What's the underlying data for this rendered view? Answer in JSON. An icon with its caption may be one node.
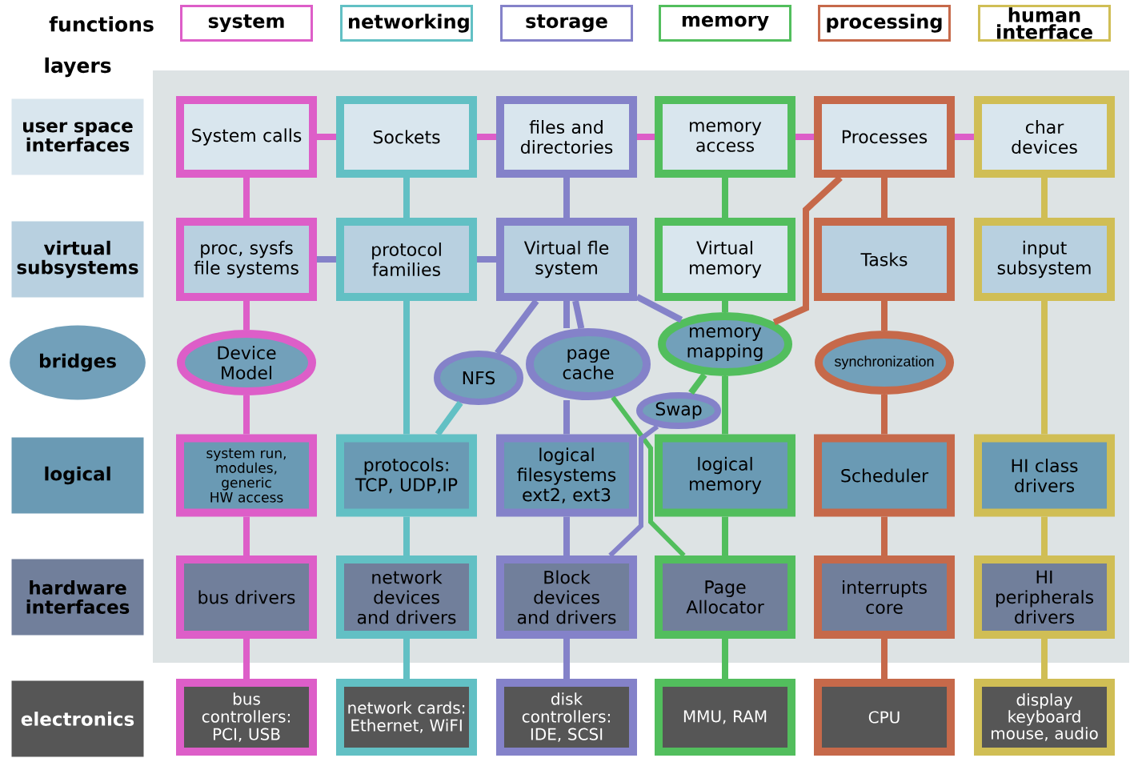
{
  "diagram": {
    "nodes": [
      {
        "text": [
          "system"
        ]
      },
      {
        "text": [
          "networking"
        ]
      },
      {
        "text": [
          "storage"
        ]
      },
      {
        "text": [
          "memory"
        ]
      },
      {
        "text": [
          "processing"
        ]
      },
      {
        "text": [
          "human interface"
        ]
      },
      {
        "text": [
          "user space interfaces"
        ]
      },
      {
        "text": [
          "virtual subsystems"
        ]
      },
      {
        "text": [
          "bridges"
        ]
      },
      {
        "text": [
          "logical"
        ]
      },
      {
        "text": [
          "hardware interfaces"
        ]
      },
      {
        "text": [
          "electronics"
        ]
      },
      {
        "text": [
          "System calls"
        ]
      },
      {
        "text": [
          "Sockets"
        ]
      },
      {
        "text": [
          "files and directories"
        ]
      },
      {
        "text": [
          "memory access"
        ]
      },
      {
        "text": [
          "Processes"
        ]
      },
      {
        "text": [
          "char devices"
        ]
      },
      {
        "text": [
          "proc, sysfs file systems"
        ]
      },
      {
        "text": [
          "protocol families"
        ]
      },
      {
        "text": [
          "Virtual fle system"
        ]
      },
      {
        "text": [
          "Virtual memory"
        ]
      },
      {
        "text": [
          "Tasks"
        ]
      },
      {
        "text": [
          "input subsystem"
        ]
      },
      {
        "text": [
          "Device Model"
        ]
      },
      {
        "text": [
          "NFS"
        ]
      },
      {
        "text": [
          "page cache"
        ]
      },
      {
        "text": [
          "memory mapping"
        ]
      },
      {
        "text": [
          "Swap"
        ]
      },
      {
        "text": [
          "synchronization"
        ]
      },
      {
        "text": [
          "system run, modules, generic HW access"
        ]
      },
      {
        "text": [
          "protocols: TCP, UDP,IP"
        ]
      },
      {
        "text": [
          "logical filesystems ext2, ext3"
        ]
      },
      {
        "text": [
          "logical memory"
        ]
      },
      {
        "text": [
          "Scheduler"
        ]
      },
      {
        "text": [
          "HI class drivers"
        ]
      },
      {
        "text": [
          "bus drivers"
        ]
      },
      {
        "text": [
          "network devices and drivers"
        ]
      },
      {
        "text": [
          "Block devices and drivers"
        ]
      },
      {
        "text": [
          "Page Allocator"
        ]
      },
      {
        "text": [
          "interrupts core"
        ]
      },
      {
        "text": [
          "HI peripherals drivers"
        ]
      },
      {
        "text": [
          "bus controllers: PCI, USB"
        ]
      },
      {
        "text": [
          "network cards: Ethernet, WiFI"
        ]
      },
      {
        "text": [
          "disk controllers: IDE, SCSI"
        ]
      },
      {
        "text": [
          "MMU, RAM"
        ]
      },
      {
        "text": [
          "CPU"
        ]
      },
      {
        "text": [
          "display keyboard mouse, audio"
        ]
      }
    ],
    "edges": [
      {
        "from": 12,
        "to": 13,
        "arrow": "none",
        "color": "#dd5ec8"
      },
      {
        "from": 13,
        "to": 14,
        "arrow": "none",
        "color": "#dd5ec8"
      },
      {
        "from": 14,
        "to": 15,
        "arrow": "none",
        "color": "#dd5ec8"
      },
      {
        "from": 15,
        "to": 16,
        "arrow": "none",
        "color": "#dd5ec8"
      },
      {
        "from": 16,
        "to": 17,
        "arrow": "none",
        "color": "#dd5ec8"
      },
      {
        "from": 12,
        "to": 18,
        "arrow": "none",
        "color": "#dd5ec8"
      },
      {
        "from": 13,
        "to": 19,
        "arrow": "none",
        "color": "#62c0c4"
      },
      {
        "from": 14,
        "to": 20,
        "arrow": "none",
        "color": "#8482c9"
      },
      {
        "from": 15,
        "to": 21,
        "arrow": "none",
        "color": "#52be5d"
      },
      {
        "from": 16,
        "to": 22,
        "arrow": "none",
        "color": "#c6694a"
      },
      {
        "from": 17,
        "to": 23,
        "arrow": "none",
        "color": "#d0be55"
      },
      {
        "from": 18,
        "to": 19,
        "arrow": "none",
        "color": "#8482c9"
      },
      {
        "from": 19,
        "to": 20,
        "arrow": "none",
        "color": "#8482c9"
      },
      {
        "from": 16,
        "to": 27,
        "arrow": "none",
        "color": "#c6694a"
      },
      {
        "from": 18,
        "to": 24,
        "arrow": "none",
        "color": "#dd5ec8"
      },
      {
        "from": 20,
        "to": 25,
        "arrow": "none",
        "color": "#8482c9"
      },
      {
        "from": 20,
        "to": 26,
        "arrow": "none",
        "color": "#8482c9"
      },
      {
        "from": 26,
        "to": 32,
        "arrow": "none",
        "color": "#8482c9"
      },
      {
        "from": 20,
        "to": 26,
        "arrow": "none",
        "color": "#8482c9"
      },
      {
        "from": 20,
        "to": 27,
        "arrow": "none",
        "color": "#8482c9"
      },
      {
        "from": 21,
        "to": 27,
        "arrow": "none",
        "color": "#52be5d"
      },
      {
        "from": 22,
        "to": 29,
        "arrow": "none",
        "color": "#c6694a"
      },
      {
        "from": 27,
        "to": 28,
        "arrow": "none",
        "color": "#52be5d"
      },
      {
        "from": 24,
        "to": 30,
        "arrow": "none",
        "color": "#dd5ec8"
      },
      {
        "from": 19,
        "to": 31,
        "arrow": "none",
        "color": "#62c0c4"
      },
      {
        "from": 25,
        "to": 31,
        "arrow": "none",
        "color": "#62c0c4"
      },
      {
        "from": 26,
        "to": 39,
        "arrow": "none",
        "color": "#52be5d"
      },
      {
        "from": 28,
        "to": 38,
        "arrow": "none",
        "color": "#8482c9"
      },
      {
        "from": 27,
        "to": 33,
        "arrow": "none",
        "color": "#52be5d"
      },
      {
        "from": 29,
        "to": 34,
        "arrow": "none",
        "color": "#c6694a"
      },
      {
        "from": 23,
        "to": 35,
        "arrow": "none",
        "color": "#d0be55"
      },
      {
        "from": 30,
        "to": 36,
        "arrow": "none",
        "color": "#dd5ec8"
      },
      {
        "from": 31,
        "to": 37,
        "arrow": "none",
        "color": "#62c0c4"
      },
      {
        "from": 32,
        "to": 38,
        "arrow": "none",
        "color": "#8482c9"
      },
      {
        "from": 33,
        "to": 39,
        "arrow": "none",
        "color": "#52be5d"
      },
      {
        "from": 34,
        "to": 40,
        "arrow": "none",
        "color": "#c6694a"
      },
      {
        "from": 35,
        "to": 41,
        "arrow": "none",
        "color": "#d0be55"
      },
      {
        "from": 36,
        "to": 42,
        "arrow": "none",
        "color": "#dd5ec8"
      },
      {
        "from": 37,
        "to": 43,
        "arrow": "none",
        "color": "#62c0c4"
      },
      {
        "from": 38,
        "to": 44,
        "arrow": "none",
        "color": "#8482c9"
      },
      {
        "from": 39,
        "to": 45,
        "arrow": "none",
        "color": "#52be5d"
      },
      {
        "from": 40,
        "to": 46,
        "arrow": "none",
        "color": "#c6694a"
      },
      {
        "from": 41,
        "to": 47,
        "arrow": "none",
        "color": "#d0be55"
      }
    ],
    "labels": [
      "functions",
      "layers"
    ]
  }
}
